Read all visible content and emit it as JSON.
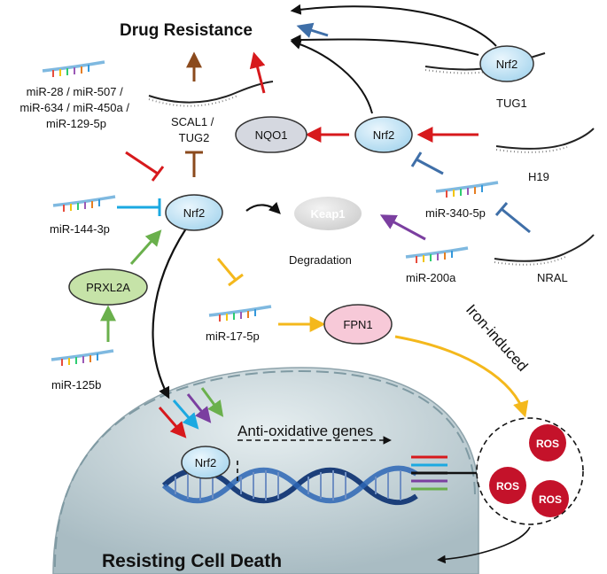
{
  "titles": {
    "drug_resistance": "Drug Resistance",
    "resisting_cell_death": "Resisting Cell Death"
  },
  "nodes": {
    "nrf2_top": "Nrf2",
    "nrf2_mid": "Nrf2",
    "nrf2_center": "Nrf2",
    "nrf2_nucleus": "Nrf2",
    "nqo1": "NQO1",
    "keap1": "Keap1",
    "prxl2a": "PRXL2A",
    "fpn1": "FPN1",
    "ros_1": "ROS",
    "ros_2": "ROS",
    "ros_3": "ROS"
  },
  "labels": {
    "mirna_group": [
      "miR-28 / miR-507 /",
      "miR-634 / miR-450a /",
      "miR-129-5p"
    ],
    "scal1_tug2": [
      "SCAL1 /",
      "TUG2"
    ],
    "tug1": "TUG1",
    "h19": "H19",
    "mir340": "miR-340-5p",
    "mir144": "miR-144-3p",
    "degradation": "Degradation",
    "mir200a": "miR-200a",
    "nral": "NRAL",
    "mir17": "miR-17-5p",
    "mir125b": "miR-125b",
    "iron_induced": "Iron-induced",
    "anti_oxidative": "Anti-oxidative genes"
  },
  "colors": {
    "red": "#d7191c",
    "brown": "#8b4a1c",
    "blue_steel": "#3f6fa8",
    "cyan": "#1ba9e1",
    "green": "#6ab04c",
    "yellow": "#f4b81c",
    "purple": "#7b3fa0",
    "black": "#111111",
    "nrf2_fill": "#cfe9f7",
    "nqo1_fill": "#d5d8e0",
    "prxl2a_fill": "#c6e3a8",
    "fpn1_fill": "#f7c9d8",
    "ros_fill": "#c4122a",
    "nucleus_fill": "#c5d3d8"
  }
}
